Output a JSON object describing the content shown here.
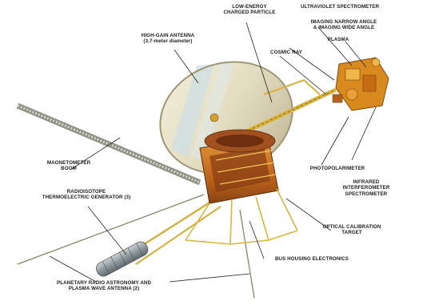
{
  "labels": {
    "high_gain_antenna": [
      "HIGH-GAIN ANTENNA",
      "(3.7-meter diameter)"
    ],
    "low_energy_particle": [
      "LOW-ENERGY",
      "CHARGED PARTICLE"
    ],
    "uv_spectrometer": [
      "ULTRAVIOLET SPECTROMETER"
    ],
    "imaging": [
      "IMAGING NARROW ANGLE",
      "& IMAGING WIDE ANGLE"
    ],
    "plasma": [
      "PLASMA"
    ],
    "cosmic_ray": [
      "COSMIC RAY"
    ],
    "magnetometer_boom": [
      "MAGNETOMETER",
      "BOOM"
    ],
    "rtg": [
      "RADIOISOTOPE",
      "THERMOELECTRIC GENERATOR (3)"
    ],
    "photopolarimeter": [
      "PHOTOPOLARIMETER"
    ],
    "infrared": [
      "INFRARED",
      "INTERFEROMETER",
      "SPECTROMETER"
    ],
    "optical_calibration": [
      "OPTICAL CALIBRATION",
      "TARGET"
    ],
    "bus_housing": [
      "BUS HOUSING ELECTRONICS"
    ],
    "radio_astronomy": [
      "PLANETARY RADIO ASTRONOMY AND",
      "PLASMA WAVE ANTENNA (2)"
    ]
  },
  "colors": {
    "dish": "#e9e2c8",
    "dish_band": "#cfe0e6",
    "bus_dark": "#7a3a12",
    "bus_orange": "#d9812a",
    "gold": "#e2b53a",
    "instrument": "#d98a1e",
    "rtg": "#9aa3a6"
  }
}
